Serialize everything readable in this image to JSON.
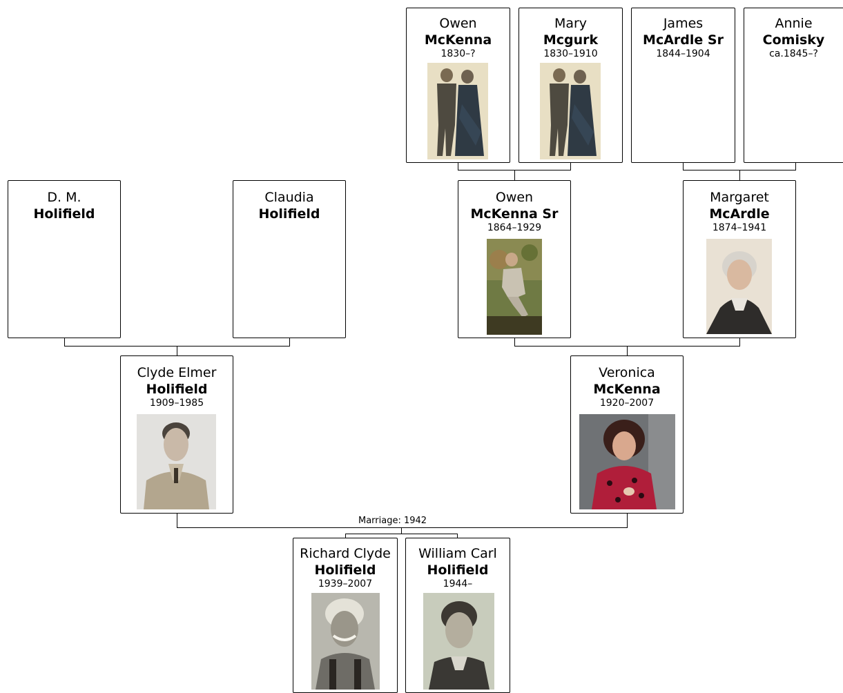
{
  "people": {
    "owen_mckenna_gg": {
      "given": "Owen",
      "surname": "McKenna",
      "dates": "1830–?"
    },
    "mary_mcgurk": {
      "given": "Mary",
      "surname": "Mcgurk",
      "dates": "1830–1910"
    },
    "james_mcardle": {
      "given": "James",
      "surname": "McArdle Sr",
      "dates": "1844–1904"
    },
    "annie_comisky": {
      "given": "Annie",
      "surname": "Comisky",
      "dates": "ca.1845–?"
    },
    "dm_holifield": {
      "given": "D. M.",
      "surname": "Holifield",
      "dates": ""
    },
    "claudia_holifield": {
      "given": "Claudia",
      "surname": "Holifield",
      "dates": ""
    },
    "owen_mckenna_sr": {
      "given": "Owen",
      "surname": "McKenna Sr",
      "dates": "1864–1929"
    },
    "margaret_mcardle": {
      "given": "Margaret",
      "surname": "McArdle",
      "dates": "1874–1941"
    },
    "clyde_holifield": {
      "given": "Clyde Elmer",
      "surname": "Holifield",
      "dates": "1909–1985"
    },
    "veronica_mckenna": {
      "given": "Veronica",
      "surname": "McKenna",
      "dates": "1920–2007"
    },
    "richard_holifield": {
      "given": "Richard Clyde",
      "surname": "Holifield",
      "dates": "1939–2007"
    },
    "william_holifield": {
      "given": "William Carl",
      "surname": "Holifield",
      "dates": "1944–"
    }
  },
  "marriage_label": "Marriage: 1942"
}
